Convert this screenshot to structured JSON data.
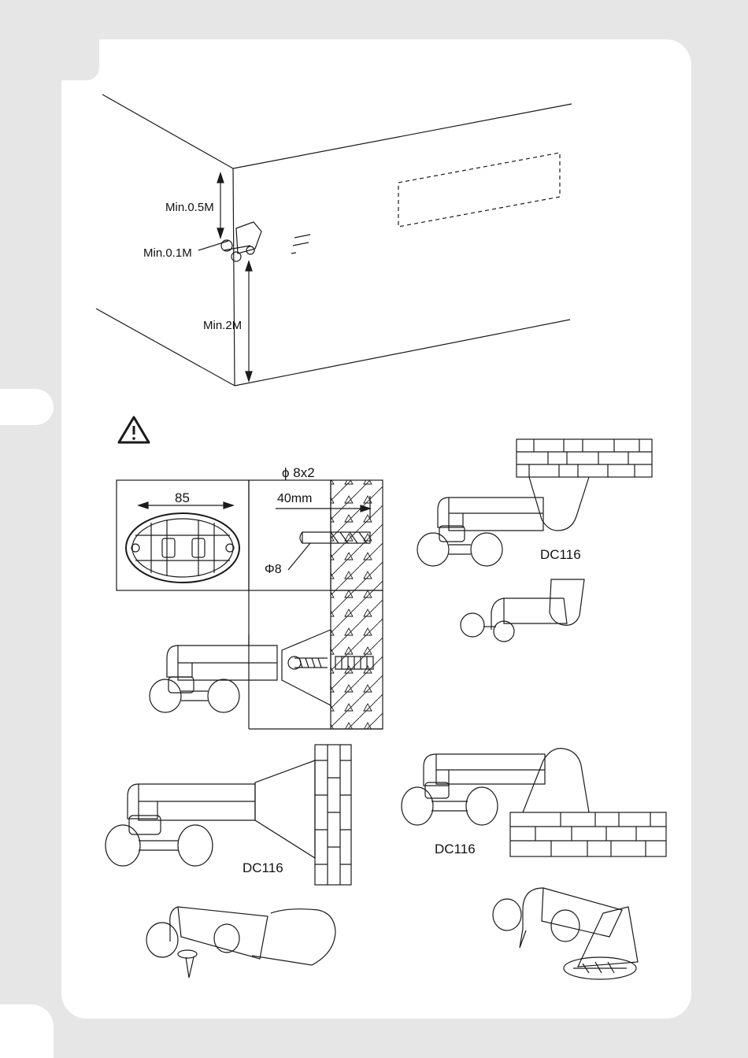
{
  "clearance": {
    "top_label": "Min.0.5M",
    "side_label": "Min.0.1M",
    "floor_label": "Min.2M"
  },
  "warning": {
    "icon": "warning-triangle-icon"
  },
  "drilling": {
    "width_label": "85",
    "depth_label": "40mm",
    "plug_label": "ϕ 8x2",
    "bit_label": "Φ8"
  },
  "models": {
    "wall_top_right": "DC116",
    "wall_left": "DC116",
    "floor_right": "DC116"
  }
}
